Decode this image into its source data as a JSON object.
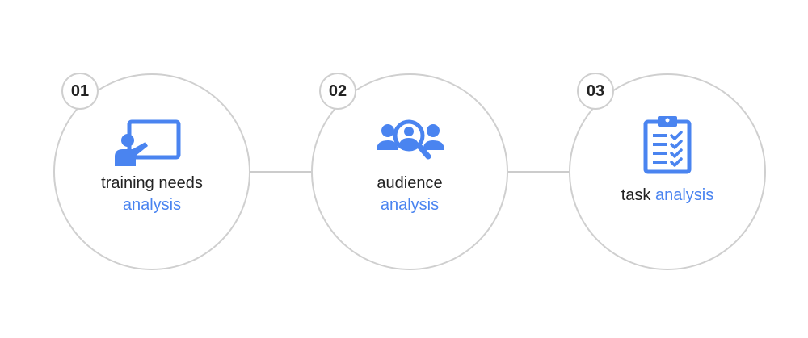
{
  "colors": {
    "accent": "#4a84f0",
    "text": "#222222",
    "outline": "#cfcfcf"
  },
  "steps": [
    {
      "number": "01",
      "icon": "presentation-board-icon",
      "line1": "training needs",
      "line2": "analysis"
    },
    {
      "number": "02",
      "icon": "audience-search-icon",
      "line1": "audience",
      "line2": "analysis"
    },
    {
      "number": "03",
      "icon": "clipboard-checklist-icon",
      "line1": "task",
      "line2": "analysis"
    }
  ]
}
